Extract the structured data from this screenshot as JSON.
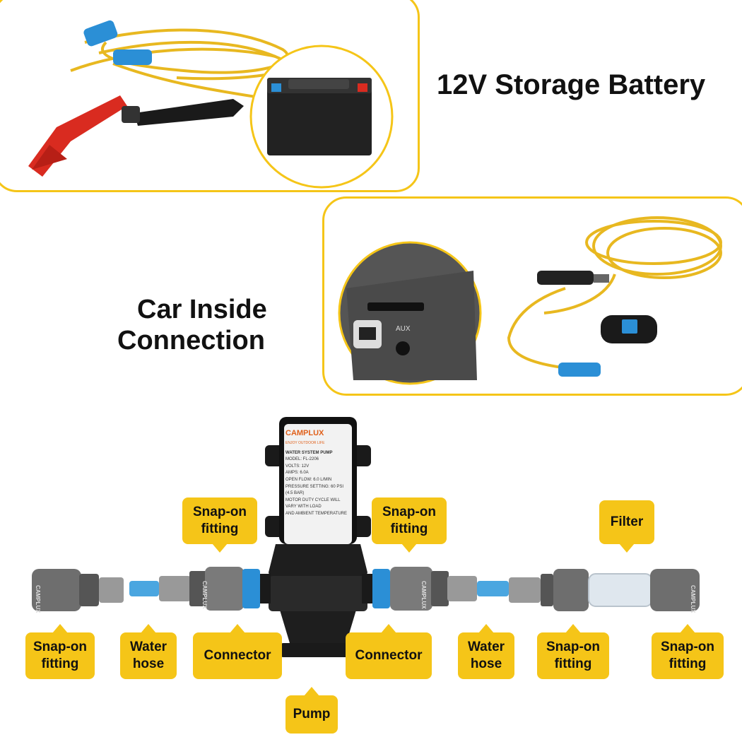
{
  "headings": {
    "battery": "12V Storage Battery",
    "car_line1": "Car Inside",
    "car_line2": "Connection"
  },
  "battery_illustration": {
    "brand_text": ""
  },
  "pump_label": {
    "brand": "CAMPLUX",
    "tagline": "ENJOY OUTDOOR LIFE",
    "title": "WATER SYSTEM PUMP",
    "lines": [
      "MODEL: FL-2206",
      "VOLTS: 12V",
      "AMPS: 6.0A",
      "OPEN FLOW: 6.0 L/MIN",
      "PRESSURE SETTING: 60 PSI (4.5 BAR)",
      "MOTOR DUTY CYCLE WILL VARY WITH LOAD",
      "AND AMBIENT TEMPERATURE"
    ]
  },
  "fitting_brand": "CAMPLUX",
  "socket_labels": {
    "aux": "AUX"
  },
  "callouts": {
    "top_snap_left": "Snap-on\nfitting",
    "top_snap_right": "Snap-on\nfitting",
    "filter": "Filter",
    "b_snap_1": "Snap-on\nfitting",
    "b_water_1": "Water\nhose",
    "b_connector_1": "Connector",
    "b_connector_2": "Connector",
    "b_water_2": "Water\nhose",
    "b_snap_2": "Snap-on\nfitting",
    "b_snap_3": "Snap-on\nfitting",
    "pump": "Pump"
  },
  "colors": {
    "accent": "#f5c518",
    "cable": "#e8b820",
    "red_clamp": "#d92b20",
    "blue_part": "#2b8fd6",
    "hose": "#4aa6e0"
  }
}
